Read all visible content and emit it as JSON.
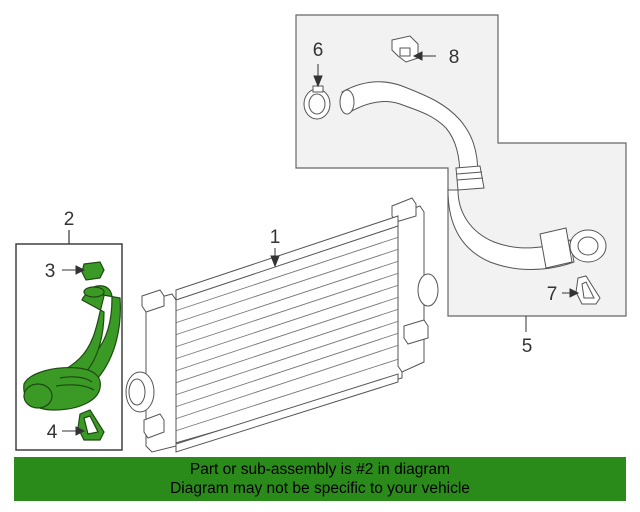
{
  "callouts": {
    "p1": "1",
    "p2": "2",
    "p3": "3",
    "p4": "4",
    "p5": "5",
    "p6": "6",
    "p7": "7",
    "p8": "8"
  },
  "banner": {
    "line1": "Part or sub-assembly is #2 in diagram",
    "line2": "Diagram may not be specific to your vehicle"
  },
  "colors": {
    "highlight": "#2a8a1a",
    "part_fill": "#3a9a25",
    "group_box": "#f2f2f2",
    "line": "#555555"
  }
}
